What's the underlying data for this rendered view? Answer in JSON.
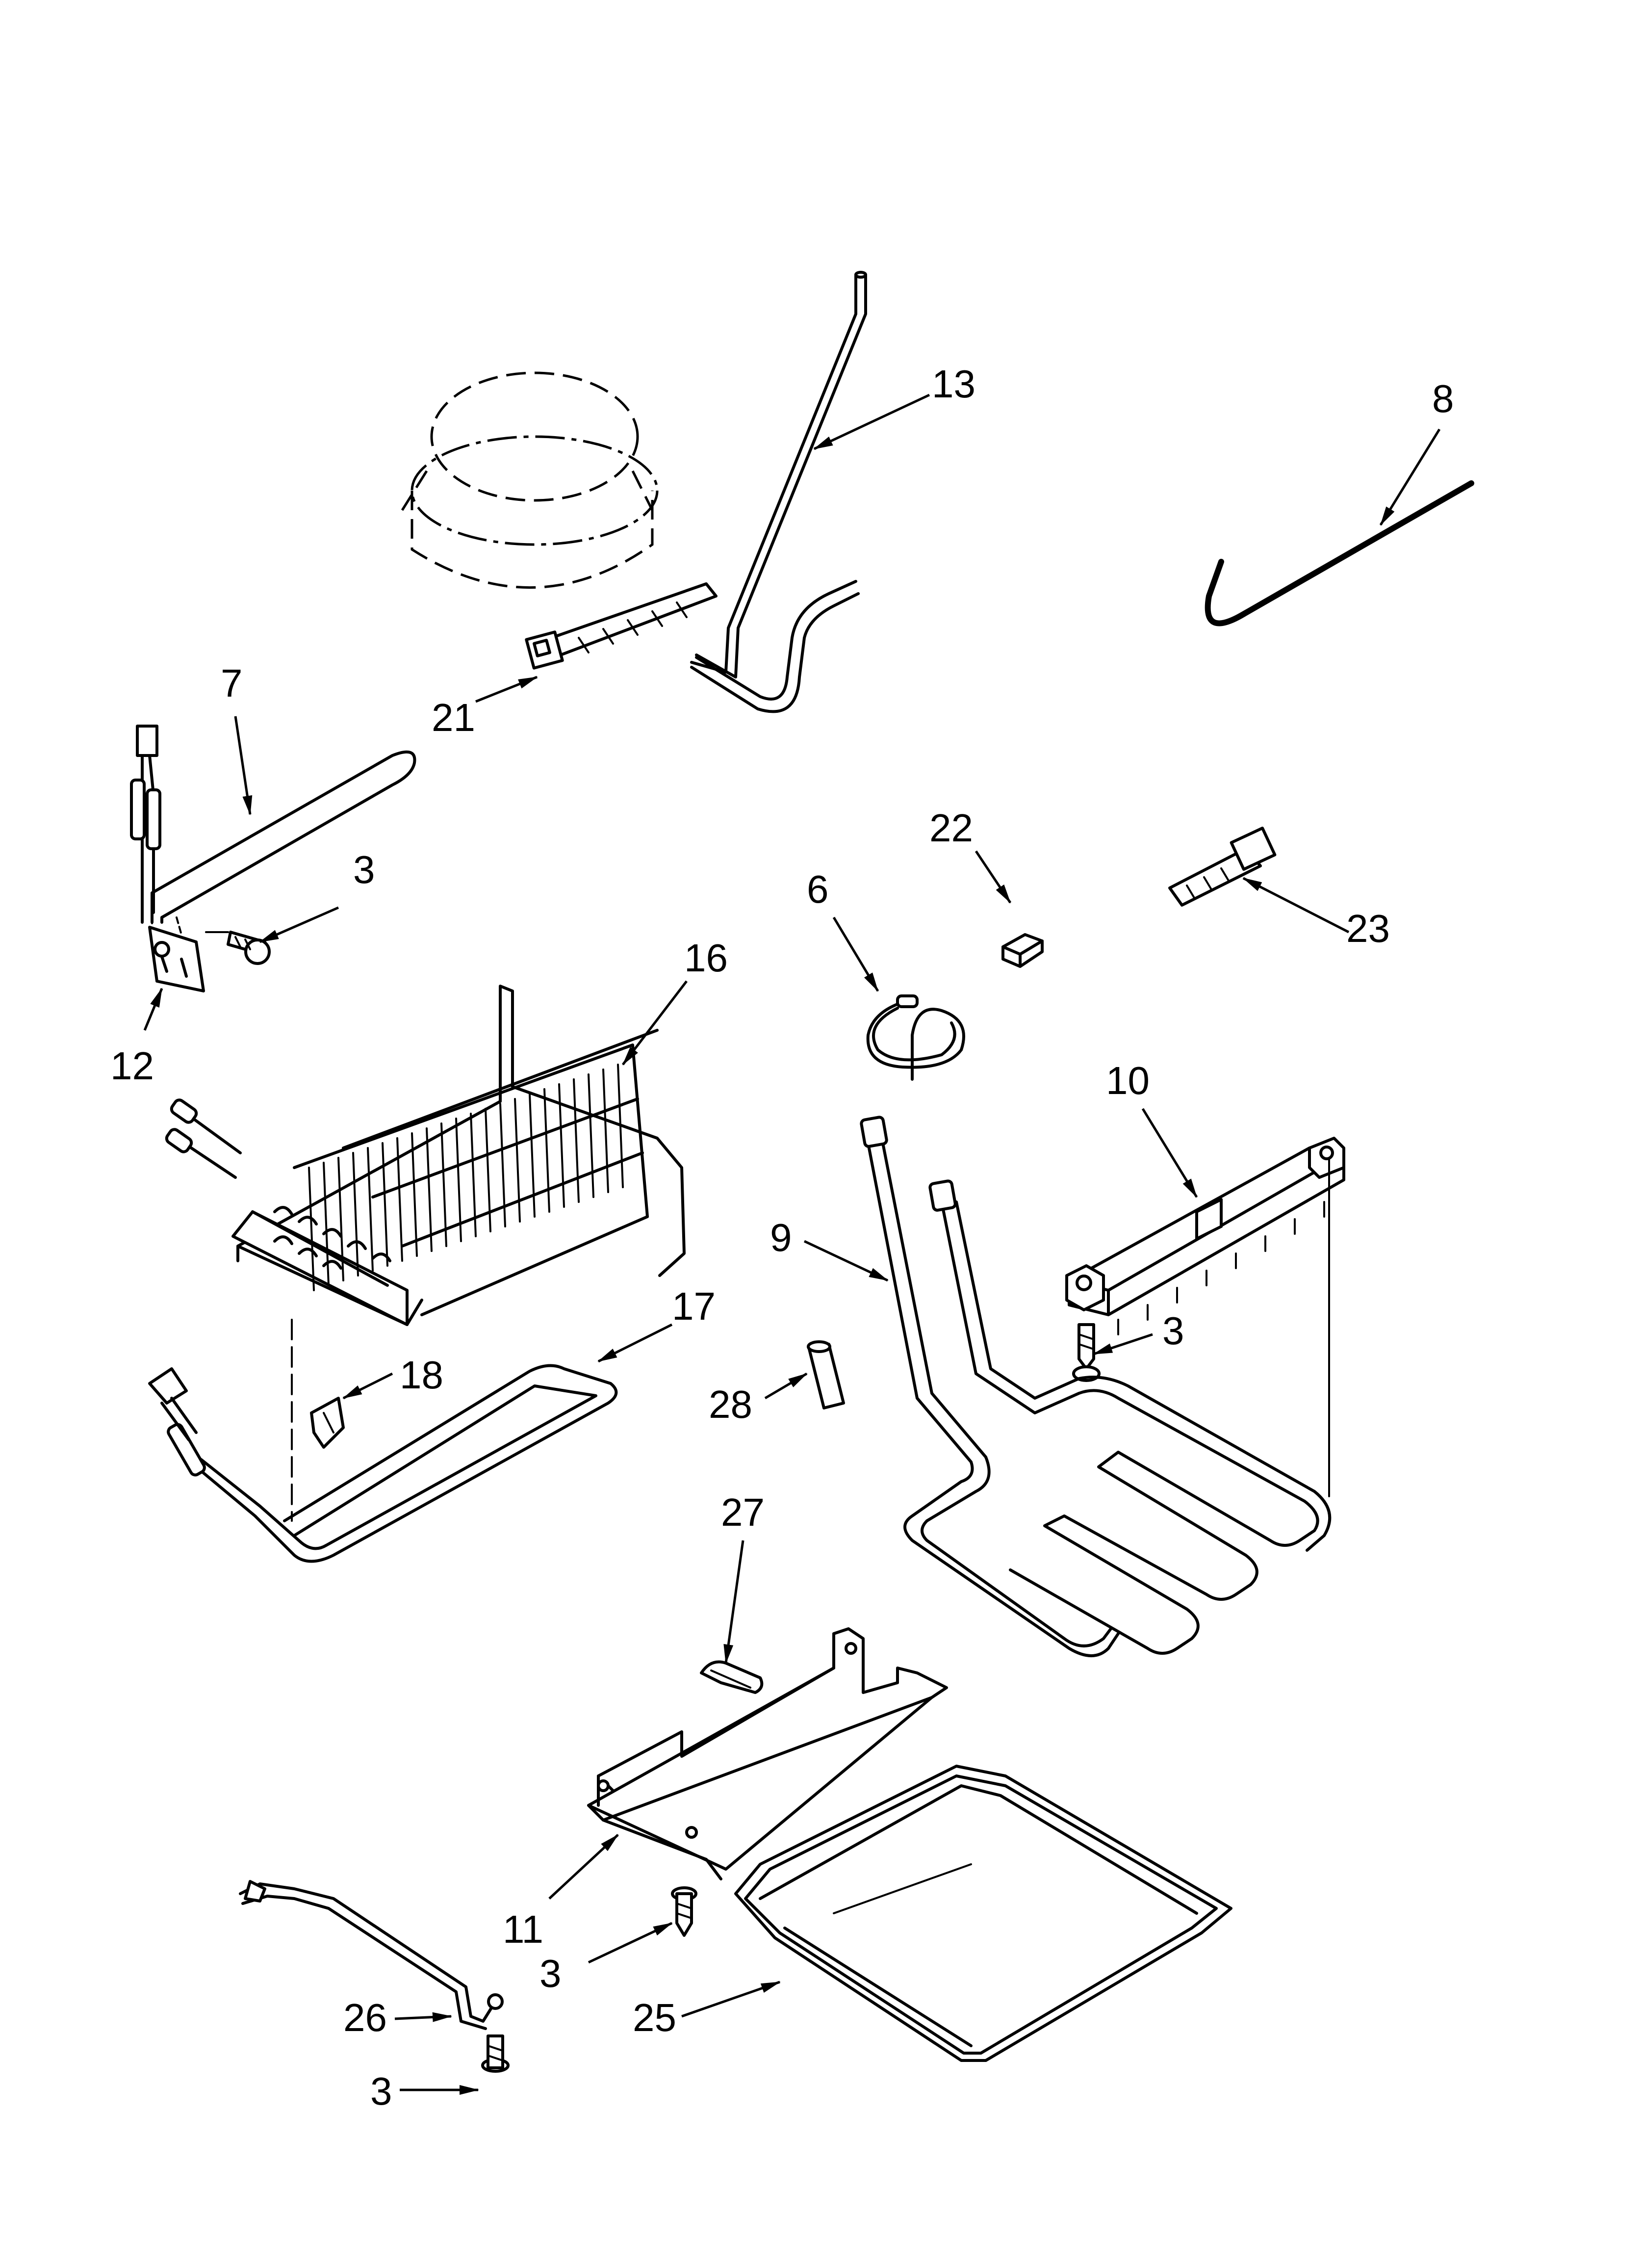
{
  "callouts": {
    "c13": "13",
    "c8": "8",
    "c7": "7",
    "c21": "21",
    "c3_top": "3",
    "c12": "12",
    "c16": "16",
    "c22": "22",
    "c6": "6",
    "c23": "23",
    "c10": "10",
    "c9": "9",
    "c3_mid": "3",
    "c17": "17",
    "c18": "18",
    "c28": "28",
    "c27": "27",
    "c11": "11",
    "c3_low": "3",
    "c26": "26",
    "c25": "25",
    "c3_bottom": "3"
  }
}
